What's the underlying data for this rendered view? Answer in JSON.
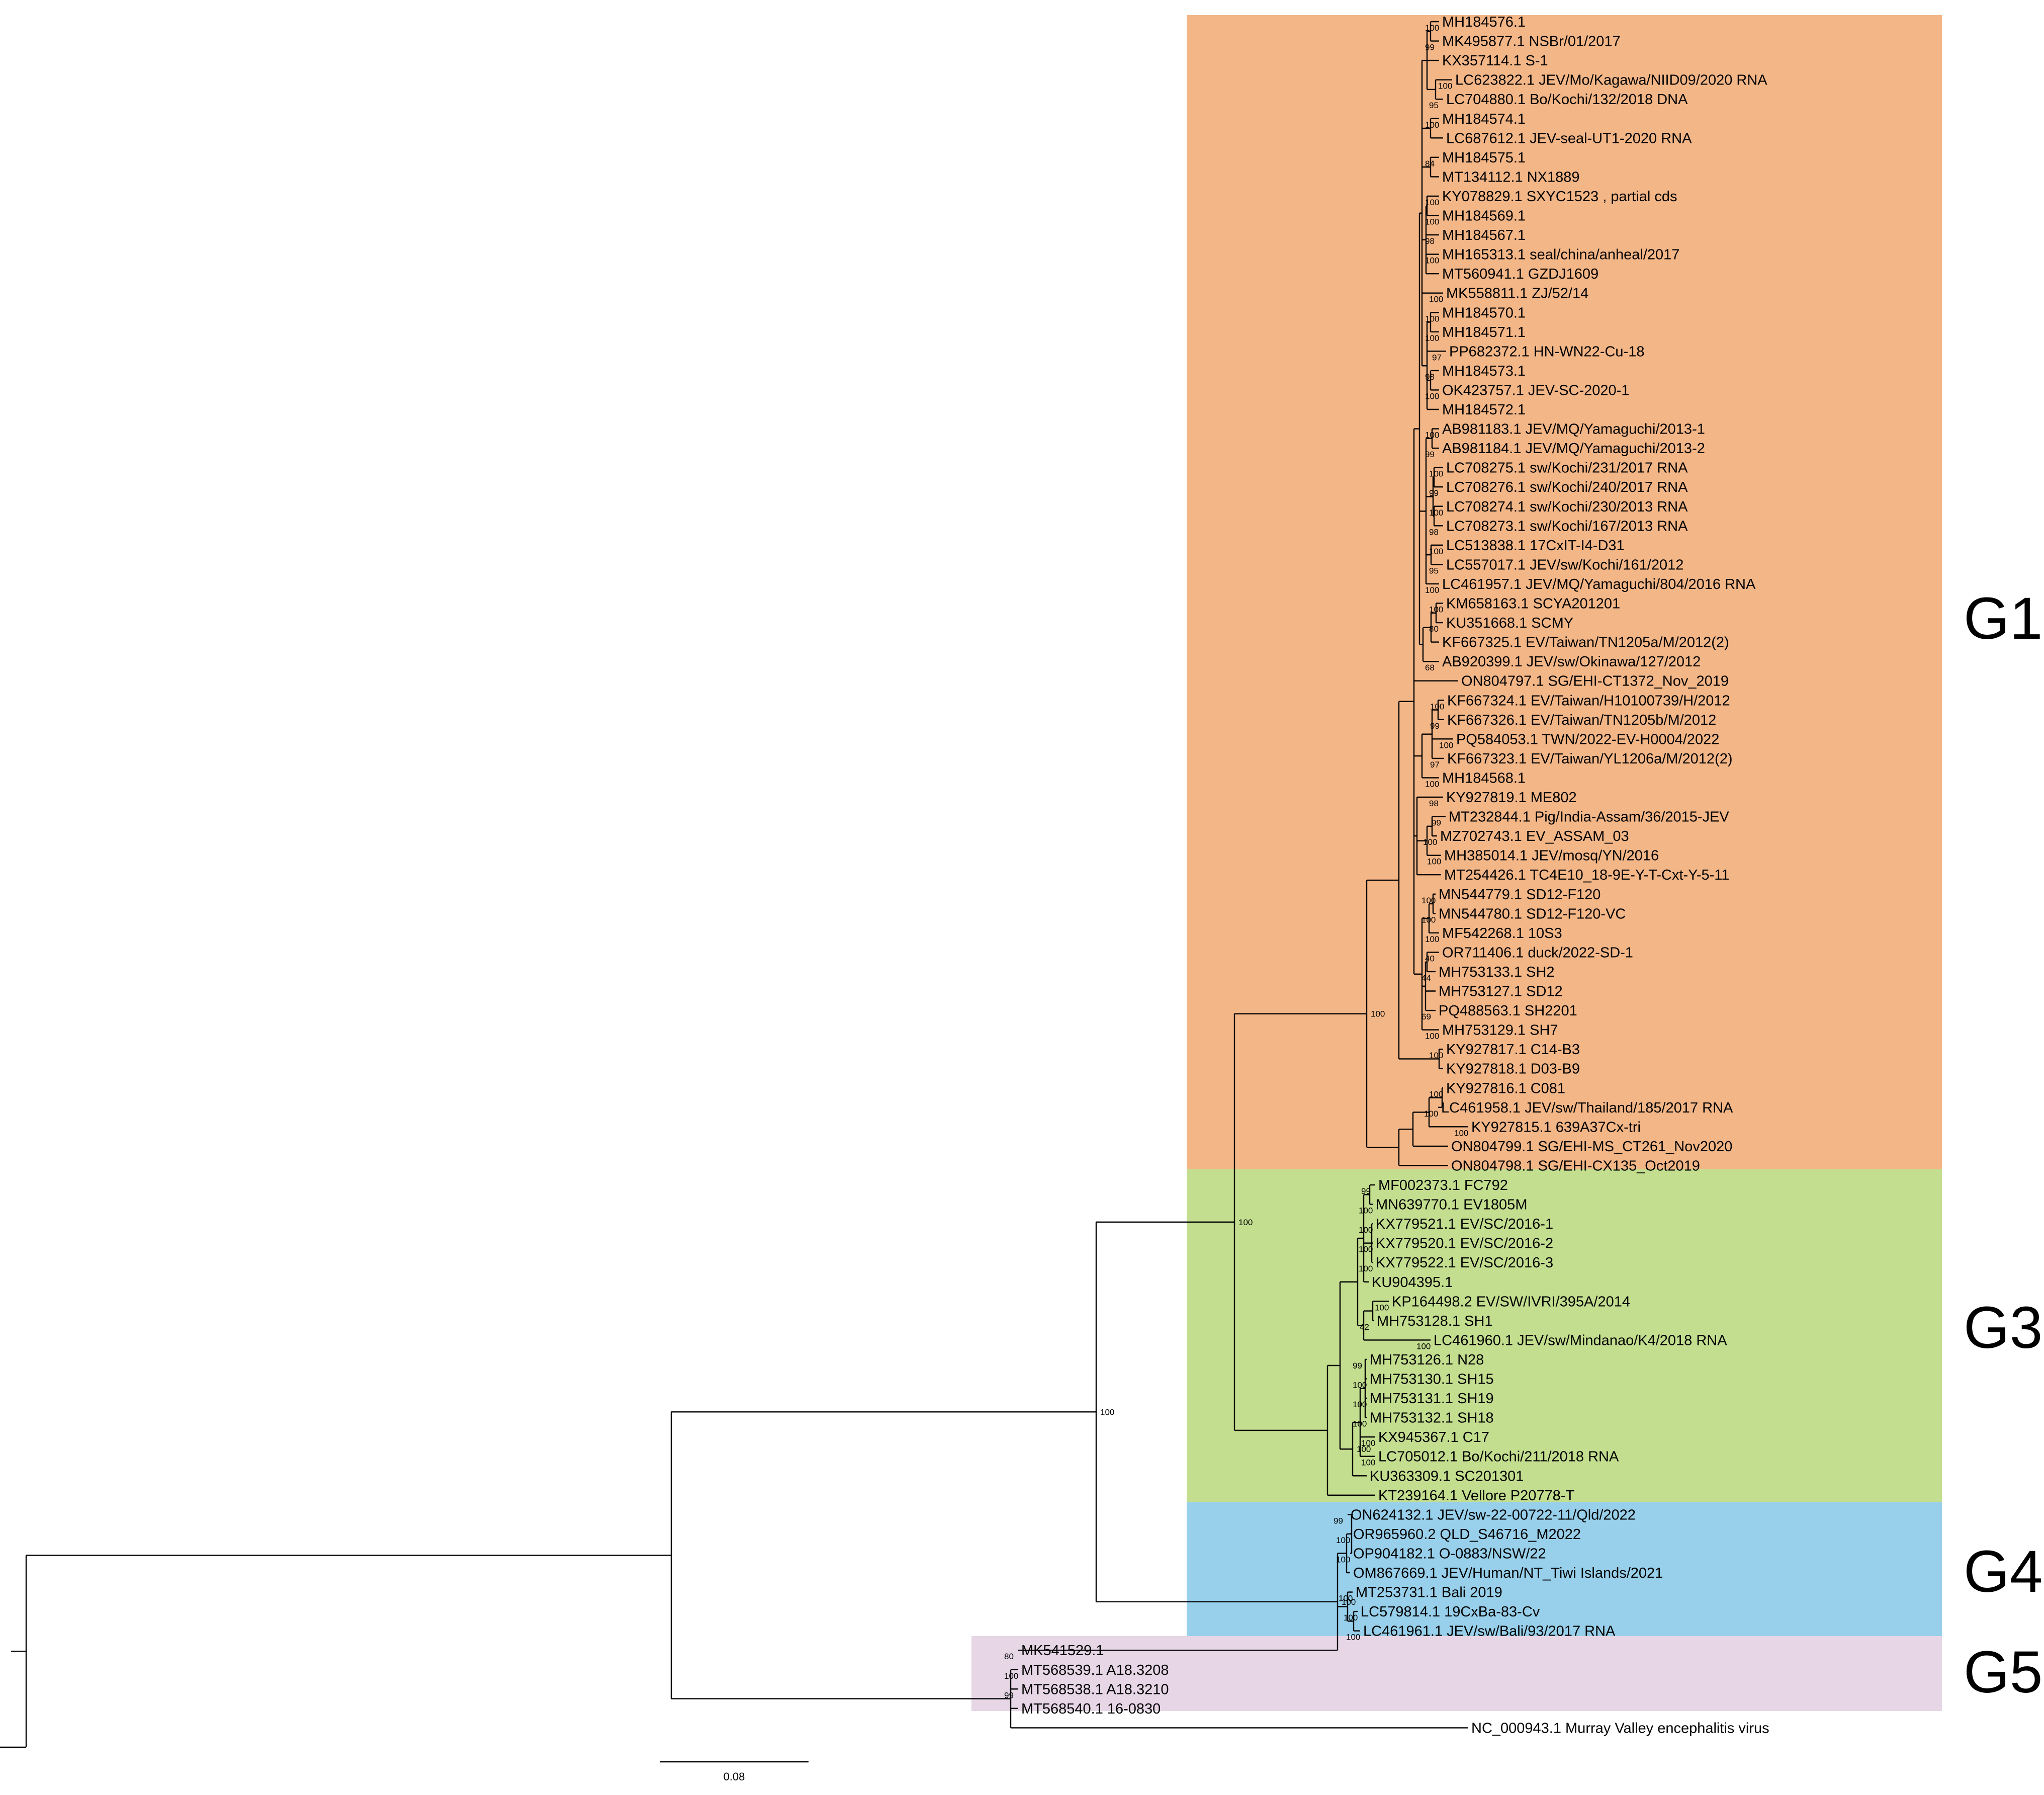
{
  "colors": {
    "G1": "#f3b687",
    "G3": "#c3de8f",
    "G4": "#98d0eb",
    "G5": "#e6d6e6"
  },
  "groups": [
    {
      "id": "G1",
      "label": "G1"
    },
    {
      "id": "G3",
      "label": "G3"
    },
    {
      "id": "G4",
      "label": "G4"
    },
    {
      "id": "G5",
      "label": "G5"
    }
  ],
  "scale_bar": {
    "label": "0.08"
  },
  "tips": [
    {
      "label": "MH184576.1",
      "bs": "100"
    },
    {
      "label": "MK495877.1 NSBr/01/2017",
      "bs": "99"
    },
    {
      "label": "KX357114.1 S-1",
      "bs": ""
    },
    {
      "label": "LC623822.1  JEV/Mo/Kagawa/NIID09/2020 RNA",
      "bs": "100"
    },
    {
      "label": "LC704880.1  Bo/Kochi/132/2018 DNA",
      "bs": "95"
    },
    {
      "label": "MH184574.1",
      "bs": "100"
    },
    {
      "label": "LC687612.1  JEV-seal-UT1-2020 RNA",
      "bs": ""
    },
    {
      "label": "MH184575.1",
      "bs": "84"
    },
    {
      "label": "MT134112.1 NX1889",
      "bs": ""
    },
    {
      "label": "KY078829.1 SXYC1523 , partial cds",
      "bs": "100"
    },
    {
      "label": "MH184569.1",
      "bs": "100"
    },
    {
      "label": "MH184567.1",
      "bs": "98"
    },
    {
      "label": "MH165313.1 seal/china/anheal/2017",
      "bs": "100"
    },
    {
      "label": "MT560941.1 GZDJ1609",
      "bs": ""
    },
    {
      "label": "MK558811.1 ZJ/52/14",
      "bs": "100"
    },
    {
      "label": "MH184570.1",
      "bs": "100"
    },
    {
      "label": "MH184571.1",
      "bs": "100"
    },
    {
      "label": "PP682372.1 HN-WN22-Cu-18",
      "bs": "97"
    },
    {
      "label": "MH184573.1",
      "bs": "98"
    },
    {
      "label": "OK423757.1 JEV-SC-2020-1",
      "bs": "100"
    },
    {
      "label": "MH184572.1",
      "bs": ""
    },
    {
      "label": "AB981183.1 JEV/MQ/Yamaguchi/2013-1",
      "bs": "100"
    },
    {
      "label": "AB981184.1 JEV/MQ/Yamaguchi/2013-2",
      "bs": "99"
    },
    {
      "label": "LC708275.1  sw/Kochi/231/2017 RNA",
      "bs": "100"
    },
    {
      "label": "LC708276.1  sw/Kochi/240/2017 RNA",
      "bs": "99"
    },
    {
      "label": "LC708274.1  sw/Kochi/230/2013 RNA",
      "bs": "100"
    },
    {
      "label": "LC708273.1  sw/Kochi/167/2013 RNA",
      "bs": "98"
    },
    {
      "label": "LC513838.1  17CxIT-I4-D31",
      "bs": "100"
    },
    {
      "label": "LC557017.1  JEV/sw/Kochi/161/2012",
      "bs": "95"
    },
    {
      "label": "LC461957.1  JEV/MQ/Yamaguchi/804/2016 RNA",
      "bs": "100"
    },
    {
      "label": "KM658163.1 SCYA201201",
      "bs": "100"
    },
    {
      "label": "KU351668.1 SCMY",
      "bs": "80"
    },
    {
      "label": "KF667325.1 EV/Taiwan/TN1205a/M/2012(2)",
      "bs": ""
    },
    {
      "label": "AB920399.1 JEV/sw/Okinawa/127/2012",
      "bs": "68"
    },
    {
      "label": "ON804797.1 SG/EHI-CT1372_Nov_2019",
      "bs": ""
    },
    {
      "label": "KF667324.1 EV/Taiwan/H10100739/H/2012",
      "bs": "100"
    },
    {
      "label": "KF667326.1 EV/Taiwan/TN1205b/M/2012",
      "bs": "99"
    },
    {
      "label": "PQ584053.1 TWN/2022-EV-H0004/2022",
      "bs": "100"
    },
    {
      "label": "KF667323.1 EV/Taiwan/YL1206a/M/2012(2)",
      "bs": "97"
    },
    {
      "label": "MH184568.1",
      "bs": "100"
    },
    {
      "label": "KY927819.1 ME802",
      "bs": "98"
    },
    {
      "label": "MT232844.1 Pig/India-Assam/36/2015-JEV",
      "bs": "99"
    },
    {
      "label": "MZ702743.1 EV_ASSAM_03",
      "bs": "100"
    },
    {
      "label": "MH385014.1 JEV/mosq/YN/2016",
      "bs": "100"
    },
    {
      "label": "MT254426.1 TC4E10_18-9E-Y-T-Cxt-Y-5-11",
      "bs": ""
    },
    {
      "label": "MN544779.1 SD12-F120",
      "bs": "100"
    },
    {
      "label": "MN544780.1 SD12-F120-VC",
      "bs": "100"
    },
    {
      "label": "MF542268.1 10S3",
      "bs": "100"
    },
    {
      "label": "OR711406.1 duck/2022-SD-1",
      "bs": "40"
    },
    {
      "label": "MH753133.1 SH2",
      "bs": "44"
    },
    {
      "label": "MH753127.1 SD12",
      "bs": ""
    },
    {
      "label": "PQ488563.1 SH2201",
      "bs": "69"
    },
    {
      "label": "MH753129.1 SH7",
      "bs": "100"
    },
    {
      "label": "KY927817.1 C14-B3",
      "bs": "100"
    },
    {
      "label": "KY927818.1 D03-B9",
      "bs": ""
    },
    {
      "label": "KY927816.1 C081",
      "bs": "100"
    },
    {
      "label": "LC461958.1  JEV/sw/Thailand/185/2017 RNA",
      "bs": "100"
    },
    {
      "label": "KY927815.1 639A37Cx-tri",
      "bs": "100"
    },
    {
      "label": "ON804799.1 SG/EHI-MS_CT261_Nov2020",
      "bs": ""
    },
    {
      "label": "ON804798.1 SG/EHI-CX135_Oct2019",
      "bs": ""
    },
    {
      "label": "MF002373.1 FC792",
      "bs": "99"
    },
    {
      "label": "MN639770.1 EV1805M",
      "bs": "100"
    },
    {
      "label": "KX779521.1 EV/SC/2016-1",
      "bs": "100"
    },
    {
      "label": "KX779520.1 EV/SC/2016-2",
      "bs": "100"
    },
    {
      "label": "KX779522.1 EV/SC/2016-3",
      "bs": "100"
    },
    {
      "label": "KU904395.1",
      "bs": ""
    },
    {
      "label": "KP164498.2 EV/SW/IVRI/395A/2014",
      "bs": "100"
    },
    {
      "label": "MH753128.1 SH1",
      "bs": "42"
    },
    {
      "label": "LC461960.1  JEV/sw/Mindanao/K4/2018 RNA",
      "bs": "100"
    },
    {
      "label": "MH753126.1 N28",
      "bs": "99"
    },
    {
      "label": "MH753130.1 SH15",
      "bs": "100"
    },
    {
      "label": "MH753131.1 SH19",
      "bs": "100"
    },
    {
      "label": "MH753132.1 SH18",
      "bs": "100"
    },
    {
      "label": "KX945367.1 C17",
      "bs": "100"
    },
    {
      "label": "LC705012.1  Bo/Kochi/211/2018 RNA",
      "bs": "100"
    },
    {
      "label": "KU363309.1 SC201301",
      "bs": ""
    },
    {
      "label": "KT239164.1 Vellore P20778-T",
      "bs": ""
    },
    {
      "label": "ON624132.1 JEV/sw-22-00722-11/Qld/2022",
      "bs": "99"
    },
    {
      "label": "OR965960.2 QLD_S46716_M2022",
      "bs": "100"
    },
    {
      "label": "OP904182.1 O-0883/NSW/22",
      "bs": "100"
    },
    {
      "label": "OM867669.1 JEV/Human/NT_Tiwi Islands/2021",
      "bs": ""
    },
    {
      "label": "MT253731.1 Bali 2019",
      "bs": "100"
    },
    {
      "label": "LC579814.1  19CxBa-83-Cv",
      "bs": "100"
    },
    {
      "label": "LC461961.1  JEV/sw/Bali/93/2017 RNA",
      "bs": "100"
    },
    {
      "label": "MK541529.1",
      "bs": "80"
    },
    {
      "label": "MT568539.1 A18.3208",
      "bs": "100"
    },
    {
      "label": "MT568538.1 A18.3210",
      "bs": "99"
    },
    {
      "label": "MT568540.1 16-0830",
      "bs": ""
    },
    {
      "label": "NC_000943.1 Murray Valley encephalitis virus",
      "bs": ""
    }
  ],
  "internal_support": [
    {
      "id": "n_g1",
      "value": "100"
    },
    {
      "id": "n_g1g3",
      "value": "100"
    },
    {
      "id": "n_g4",
      "value": "100"
    },
    {
      "id": "n_g134",
      "value": "100"
    },
    {
      "id": "n_g3a",
      "value": "100"
    }
  ]
}
